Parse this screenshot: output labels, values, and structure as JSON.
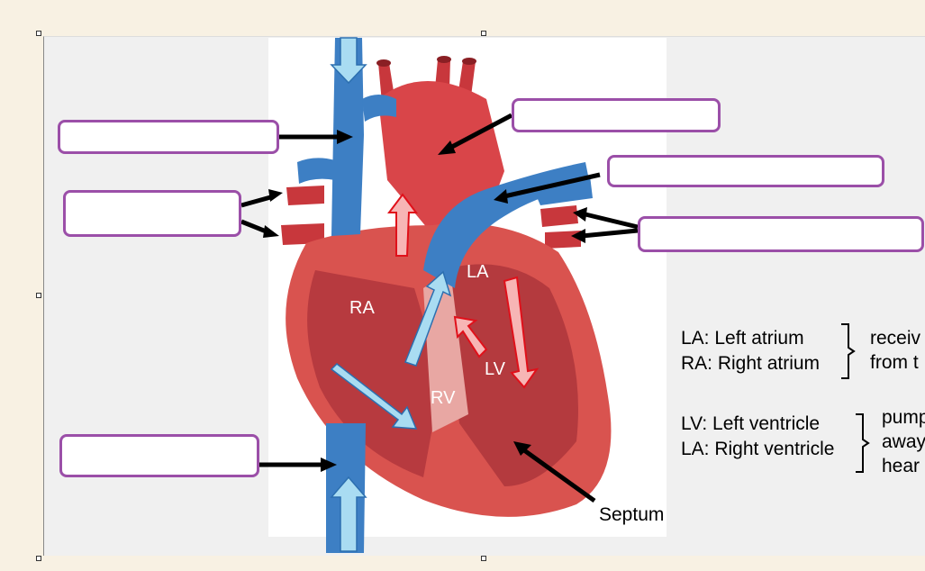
{
  "diagram": {
    "chamber_labels": {
      "ra": "RA",
      "la": "LA",
      "rv": "RV",
      "lv": "LV"
    },
    "septum_label": "Septum",
    "legend": {
      "atria": {
        "line1": "LA: Left atrium",
        "line2": "RA: Right atrium",
        "note_line1": "receiv",
        "note_line2": "from t"
      },
      "ventricles": {
        "line1": "LV: Left ventricle",
        "line2": "LA: Right ventricle",
        "note_line1": "pump",
        "note_line2": "away",
        "note_line3": "hear"
      }
    },
    "colors": {
      "label_box_border": "#9b4fa8",
      "vein_blue": "#3d7fc4",
      "artery_red": "#d43a3f",
      "flow_arrow_blue": "#a9dcf2",
      "flow_arrow_red": "#f7b5b5"
    }
  }
}
